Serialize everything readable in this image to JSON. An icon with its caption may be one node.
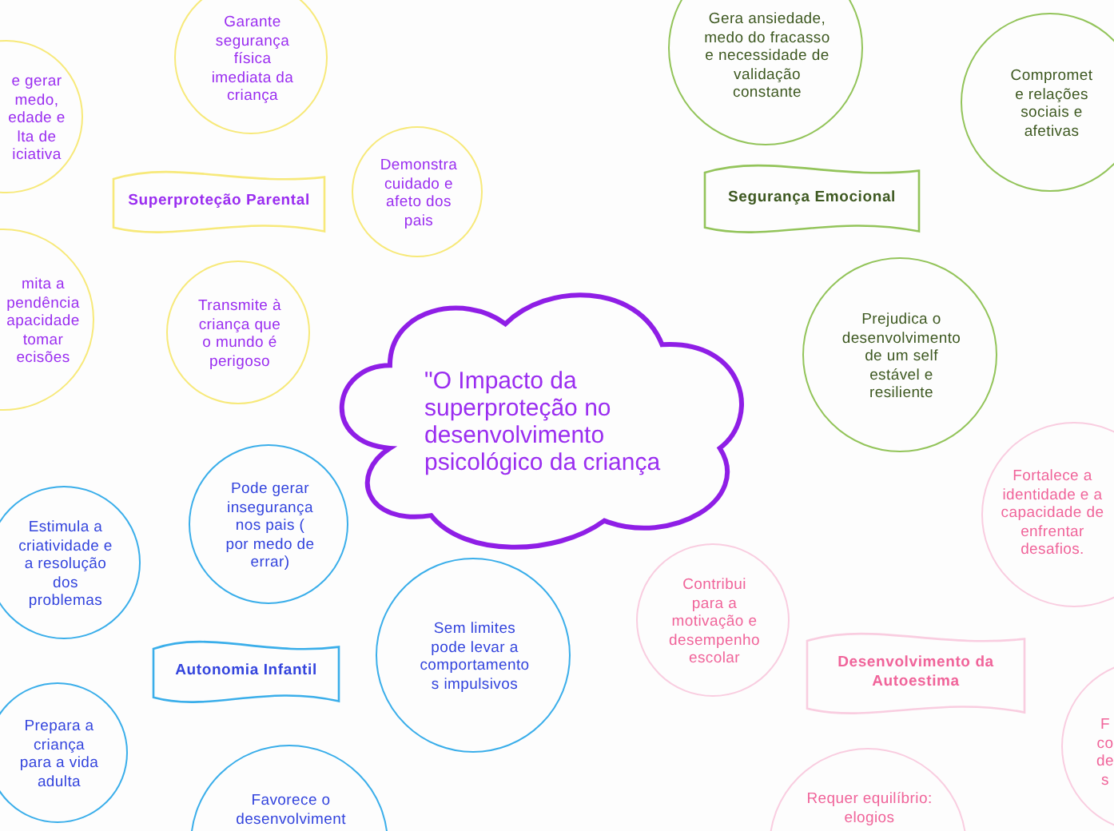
{
  "diagram": {
    "nodes": [
      {
        "text": [
          "Garante segurança física imediata da criança"
        ]
      },
      {
        "text": [
          "Gera ansiedade, medo do fracasso e necessidade de validação constante"
        ]
      },
      {
        "text": [
          "Compromete relações sociais e afetivas"
        ]
      },
      {
        "text": [
          "e gerar medo, edade e lta de iciativa"
        ]
      },
      {
        "text": [
          "Superproteção Parental"
        ]
      },
      {
        "text": [
          "Demonstra cuidado e afeto dos pais"
        ]
      },
      {
        "text": [
          "Segurança Emocional"
        ]
      },
      {
        "text": [
          "mita a pendência apacidade tomar ecisões"
        ]
      },
      {
        "text": [
          "Transmite à criança que o mundo é perigoso"
        ]
      },
      {
        "text": [
          "\"O Impacto da superproteção no desenvolvimento psicológico da criança"
        ]
      },
      {
        "text": [
          "Prejudica o desenvolvimento de um self estável e resiliente"
        ]
      },
      {
        "text": [
          "Fortalece a identidade e a capacidade de enfrentar desafios."
        ]
      },
      {
        "text": [
          "Pode gerar insegurança nos pais ( por medo de errar)"
        ]
      },
      {
        "text": [
          "Estimula a criatividade e a resolução dos problemas"
        ]
      },
      {
        "text": [
          "Contribui para a motivação e desempenho escolar"
        ]
      },
      {
        "text": [
          "Sem limites pode levar a comportamento s impulsivos"
        ]
      },
      {
        "text": [
          "Autonomia Infantil"
        ]
      },
      {
        "text": [
          "Desenvolvimento da Autoestima"
        ]
      },
      {
        "text": [
          "Prepara a criança para a vida adulta"
        ]
      },
      {
        "text": [
          "F co de s"
        ]
      },
      {
        "text": [
          "Favorece o desenvolviment"
        ]
      },
      {
        "text": [
          "Requer equilíbrio: elogios"
        ]
      }
    ]
  }
}
